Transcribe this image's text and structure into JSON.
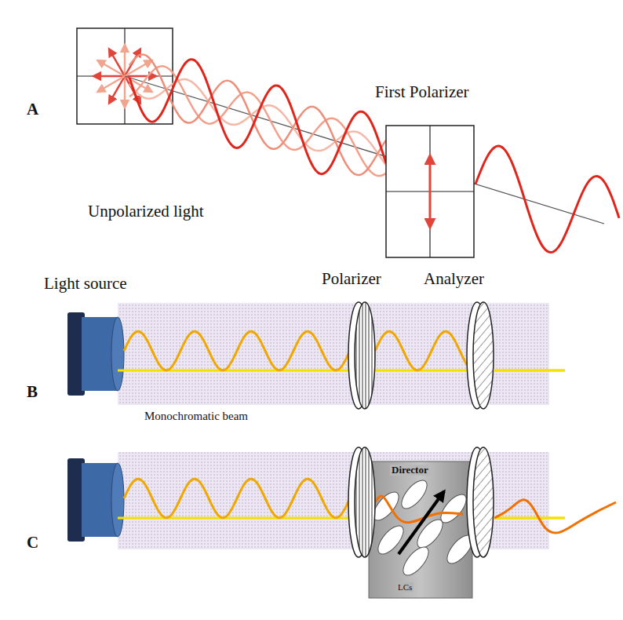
{
  "diagram": {
    "labels": [
      "A",
      "First Polarizer",
      "Unpolarized light",
      "Light source",
      "Polarizer",
      "Analyzer",
      "B",
      "Monochromatic beam",
      "C",
      "Director",
      "LCs"
    ]
  }
}
